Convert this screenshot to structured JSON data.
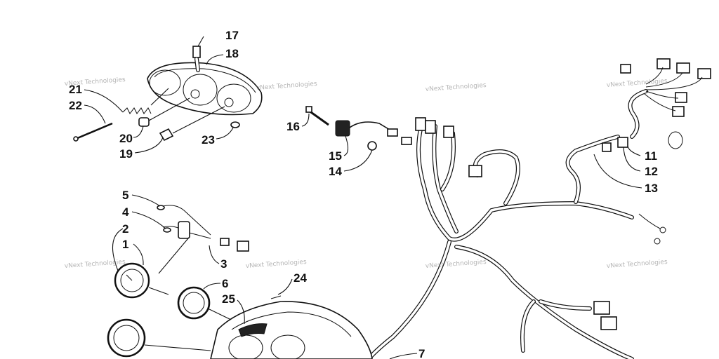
{
  "diagram": {
    "callouts": [
      {
        "id": "c1",
        "text": "1"
      },
      {
        "id": "c2",
        "text": "2"
      },
      {
        "id": "c3",
        "text": "3"
      },
      {
        "id": "c4",
        "text": "4"
      },
      {
        "id": "c5",
        "text": "5"
      },
      {
        "id": "c6",
        "text": "6"
      },
      {
        "id": "c7",
        "text": "7"
      },
      {
        "id": "c11",
        "text": "11"
      },
      {
        "id": "c12",
        "text": "12"
      },
      {
        "id": "c13",
        "text": "13"
      },
      {
        "id": "c14",
        "text": "14"
      },
      {
        "id": "c15",
        "text": "15"
      },
      {
        "id": "c16",
        "text": "16"
      },
      {
        "id": "c17",
        "text": "17"
      },
      {
        "id": "c18",
        "text": "18"
      },
      {
        "id": "c19",
        "text": "19"
      },
      {
        "id": "c20",
        "text": "20"
      },
      {
        "id": "c21",
        "text": "21"
      },
      {
        "id": "c22",
        "text": "22"
      },
      {
        "id": "c23",
        "text": "23"
      },
      {
        "id": "c24",
        "text": "24"
      },
      {
        "id": "c25",
        "text": "25"
      }
    ],
    "watermark": "vNext Technologies"
  }
}
